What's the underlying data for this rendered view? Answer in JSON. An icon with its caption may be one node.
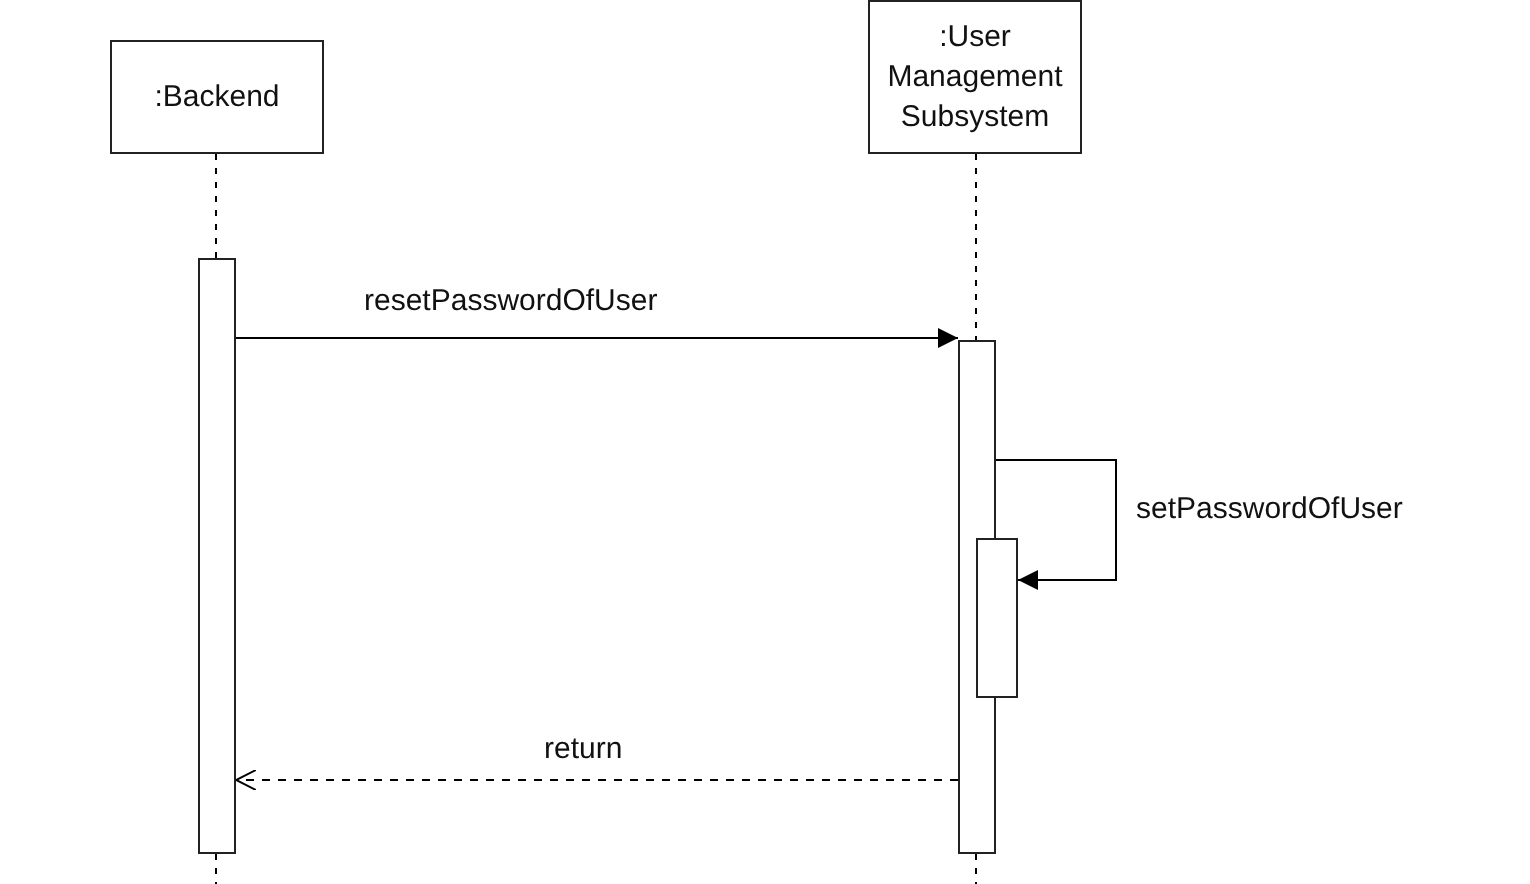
{
  "diagram": {
    "nodes": [
      {
        "text": [
          ":Backend"
        ]
      },
      {
        "text": [
          ":User Management Subsystem"
        ]
      },
      {
        "text": [],
        "shape": "bar"
      },
      {
        "text": [],
        "shape": "bar"
      },
      {
        "text": [],
        "shape": "bar"
      }
    ],
    "edges": [
      {
        "from": 2,
        "to": 3,
        "arrow": "to",
        "label": "resetPasswordOfUser"
      },
      {
        "from": 3,
        "to": 4,
        "arrow": "to",
        "label": "setPasswordOfUser"
      },
      {
        "from": 3,
        "to": 2,
        "arrow": "to",
        "label": "return",
        "style": "dashed"
      }
    ]
  }
}
